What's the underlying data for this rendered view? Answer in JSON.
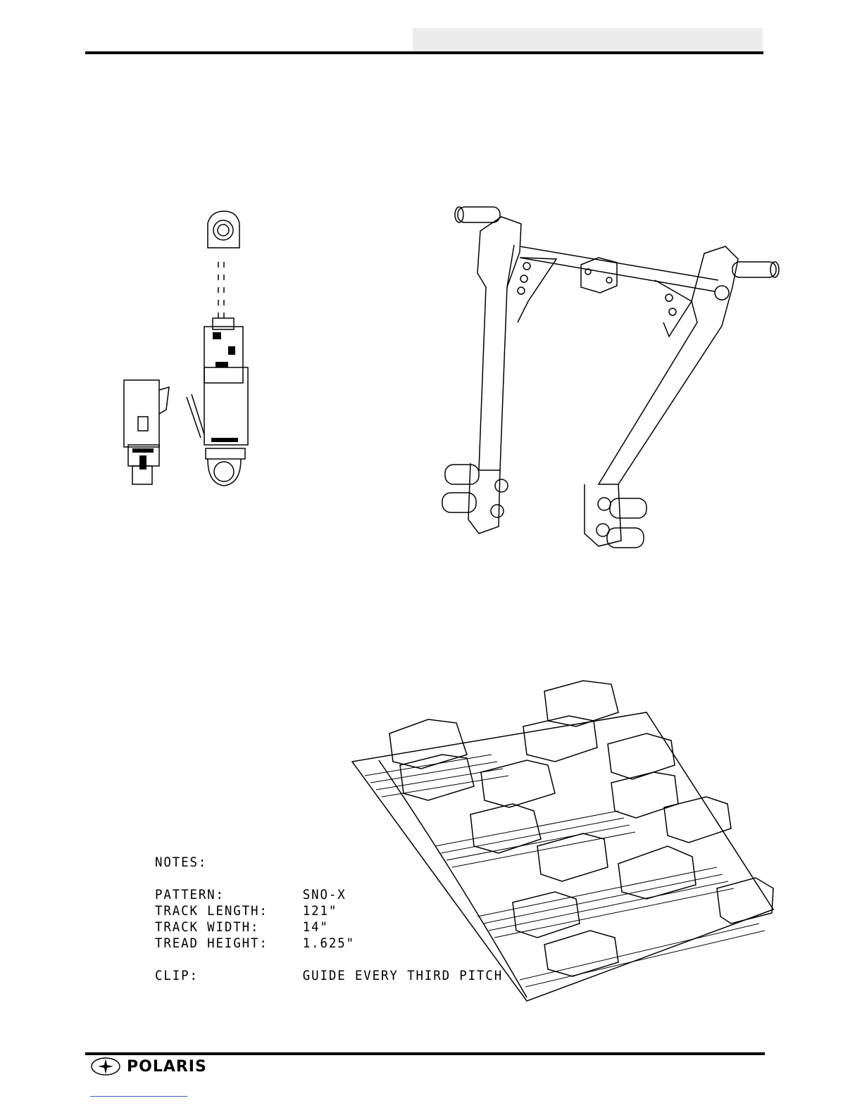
{
  "notes": {
    "heading": "NOTES:",
    "rows": [
      {
        "label": "PATTERN:",
        "value": "SNO-X"
      },
      {
        "label": "TRACK LENGTH:",
        "value": "121\""
      },
      {
        "label": "TRACK WIDTH:",
        "value": "14\""
      },
      {
        "label": "TREAD HEIGHT:",
        "value": "1.625\""
      }
    ],
    "clip": {
      "label": "CLIP:",
      "value": "GUIDE EVERY THIRD PITCH"
    }
  },
  "footer": {
    "brand": "POLARIS",
    "logo_icon": "polaris-star-icon"
  },
  "figures": {
    "shock": "shock-absorber-drawing",
    "arm": "torque-arm-drawing",
    "track": "track-section-drawing"
  }
}
